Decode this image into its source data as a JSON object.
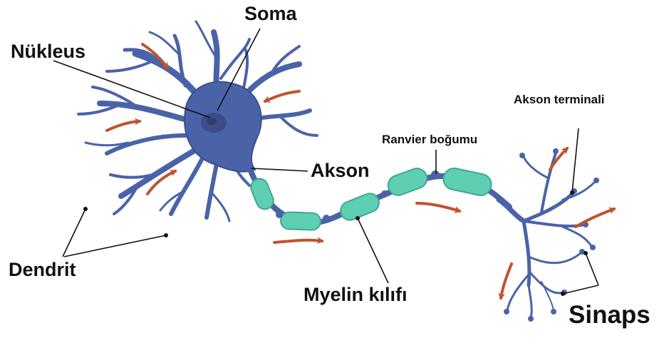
{
  "labels": {
    "soma": "Soma",
    "nucleus": "Nükleus",
    "dendrite": "Dendrit",
    "axon": "Akson",
    "ranvier_node": "Ranvier boğumu",
    "axon_terminal": "Akson terminali",
    "myelin_sheath": "Myelin kılıfı",
    "synapse": "Sinaps"
  },
  "colors": {
    "neuron_body": "#4A63A8",
    "neuron_dark": "#3A4F8E",
    "nucleus": "#3B4C86",
    "myelin": "#5ECFB2",
    "myelin_dark": "#3FA890",
    "signal_arrow": "#C0532E",
    "leader_line": "#111111"
  },
  "icons": {
    "signal_direction": "arrow-icon"
  }
}
